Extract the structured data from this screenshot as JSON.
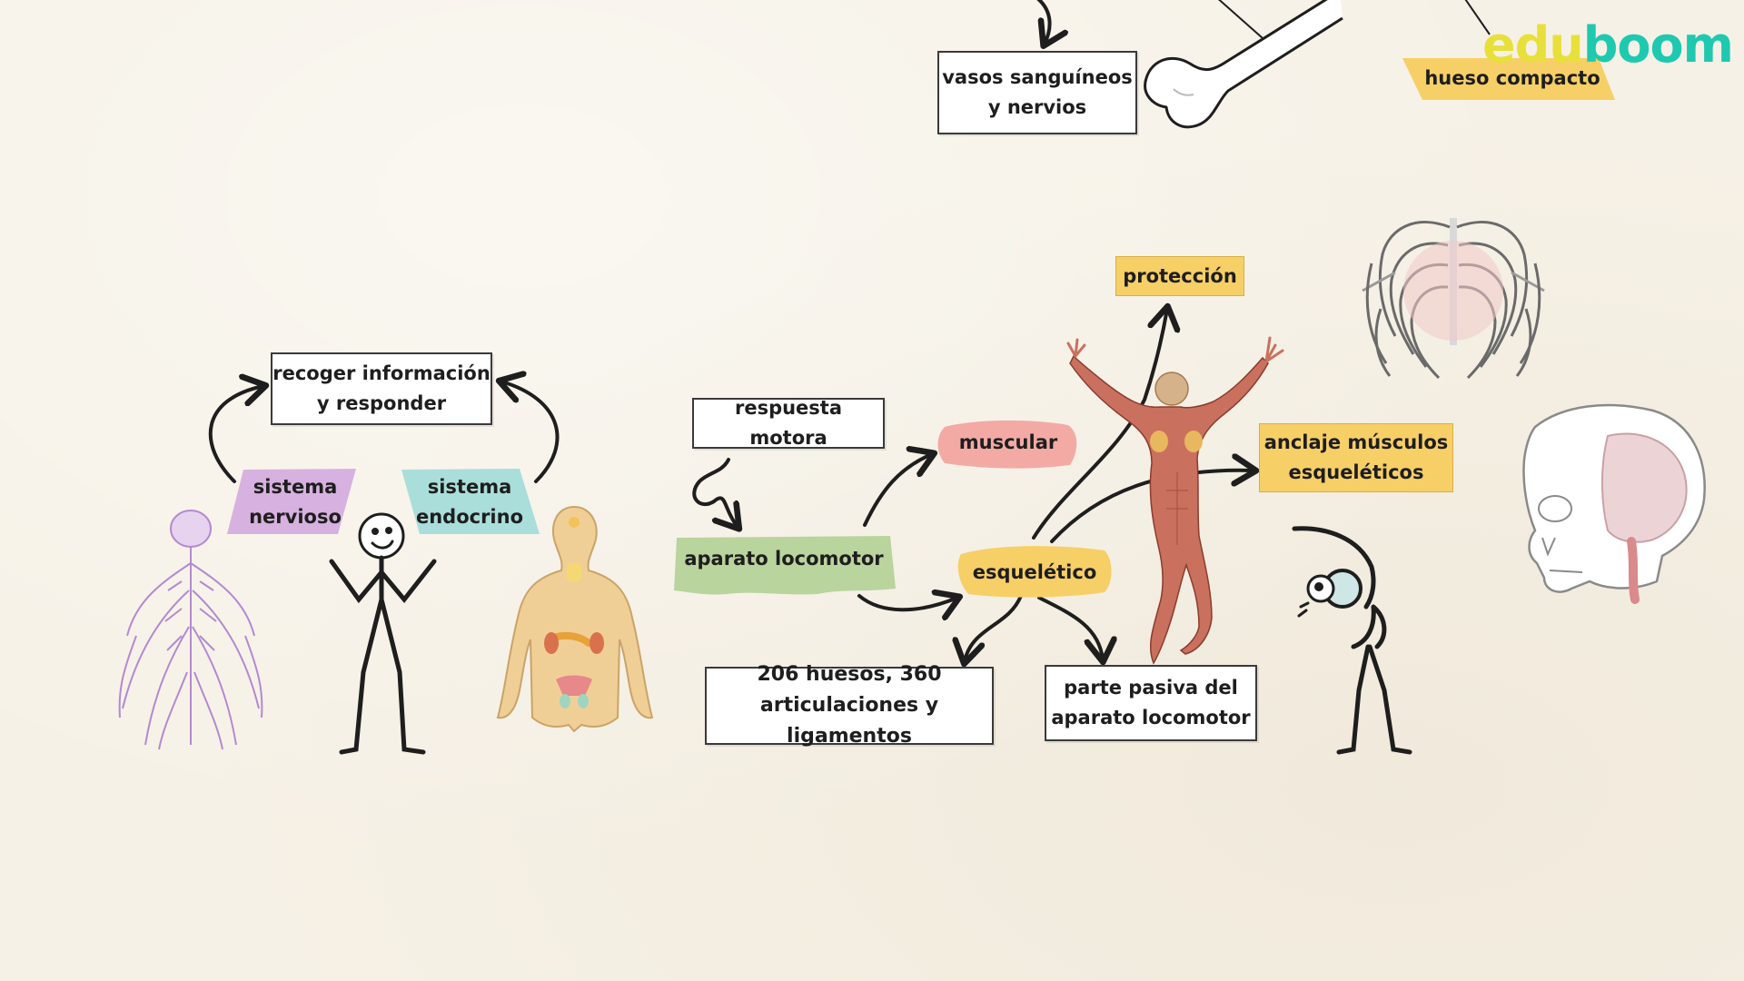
{
  "brand": {
    "part1": "edu",
    "part2": "boom"
  },
  "labels": {
    "vasos": {
      "line1": "vasos sanguíneos",
      "line2": "y nervios"
    },
    "hueso_compacto": "hueso compacto",
    "recoger": {
      "line1": "recoger información",
      "line2": "y responder"
    },
    "sistema_nervioso": {
      "line1": "sistema",
      "line2": "nervioso"
    },
    "sistema_endocrino": {
      "line1": "sistema",
      "line2": "endocrino"
    },
    "respuesta_motora": "respuesta motora",
    "aparato_locomotor": "aparato locomotor",
    "muscular": "muscular",
    "esqueletico": "esquelético",
    "proteccion": "protección",
    "anclaje": {
      "line1": "anclaje músculos",
      "line2": "esqueléticos"
    },
    "huesos": {
      "line1": "206 huesos, 360",
      "line2": "articulaciones y ligamentos"
    },
    "parte_pasiva": {
      "line1": "parte pasiva del",
      "line2": "aparato locomotor"
    }
  },
  "colors": {
    "background": "#f6f1e6",
    "yellow": "#f7cf67",
    "purple": "#d7b1e0",
    "teal": "#a9dedb",
    "green": "#b9d49d",
    "pink": "#f3aaa4",
    "ink": "#1e1e1e"
  },
  "icons": [
    "bone-icon",
    "nervous-system-icon",
    "stick-figure-shrugging-icon",
    "endocrine-body-icon",
    "muscular-figure-icon",
    "ribcage-icon",
    "skull-icon",
    "stick-figure-magnifier-icon"
  ]
}
